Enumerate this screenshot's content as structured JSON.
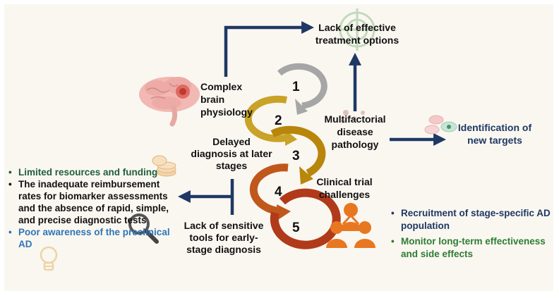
{
  "stages": [
    "1",
    "2",
    "3",
    "4",
    "5"
  ],
  "labels": {
    "brain": [
      "Complex",
      "brain",
      "physiology"
    ],
    "delayed": [
      "Delayed",
      "diagnosis at later",
      "stages"
    ],
    "lack_tools": [
      "Lack of sensitive",
      "tools for early-",
      "stage diagnosis"
    ],
    "multifactorial": [
      "Multifactorial",
      "disease",
      "pathology"
    ],
    "clinical": [
      "Clinical trial",
      "challenges"
    ],
    "lack_treatment": [
      "Lack of effective",
      "treatment options"
    ],
    "new_targets": [
      "Identification of",
      "new targets"
    ]
  },
  "left_bullets": [
    {
      "text": "Limited resources and funding",
      "color": "#1f5e3b"
    },
    {
      "text": "The inadequate reimbursement rates for biomarker assessments and the absence of rapid, simple, and precise diagnostic tests",
      "color": "#111111"
    },
    {
      "text": "Poor awareness of the preclinical AD",
      "color": "#2e75b6"
    }
  ],
  "right_bullets": [
    {
      "text": "Recruitment of stage-specific AD population",
      "color": "#1f3864"
    },
    {
      "text": "Monitor long-term effectiveness and side effects",
      "color": "#2e7d32"
    }
  ],
  "bullet_symbol": "•",
  "colors": {
    "navy": "#1f3864",
    "stage1": "#a6a6a6",
    "stage2": "#c9a227",
    "stage3": "#b8860b",
    "stage4": "#c0571b",
    "stage5": "#b03a1a",
    "people": "#e87722"
  },
  "icons": [
    "brain-icon",
    "target-icon",
    "coins-icon",
    "magnifier-icon",
    "lightbulb-icon",
    "people-icon",
    "molecule-icon"
  ]
}
